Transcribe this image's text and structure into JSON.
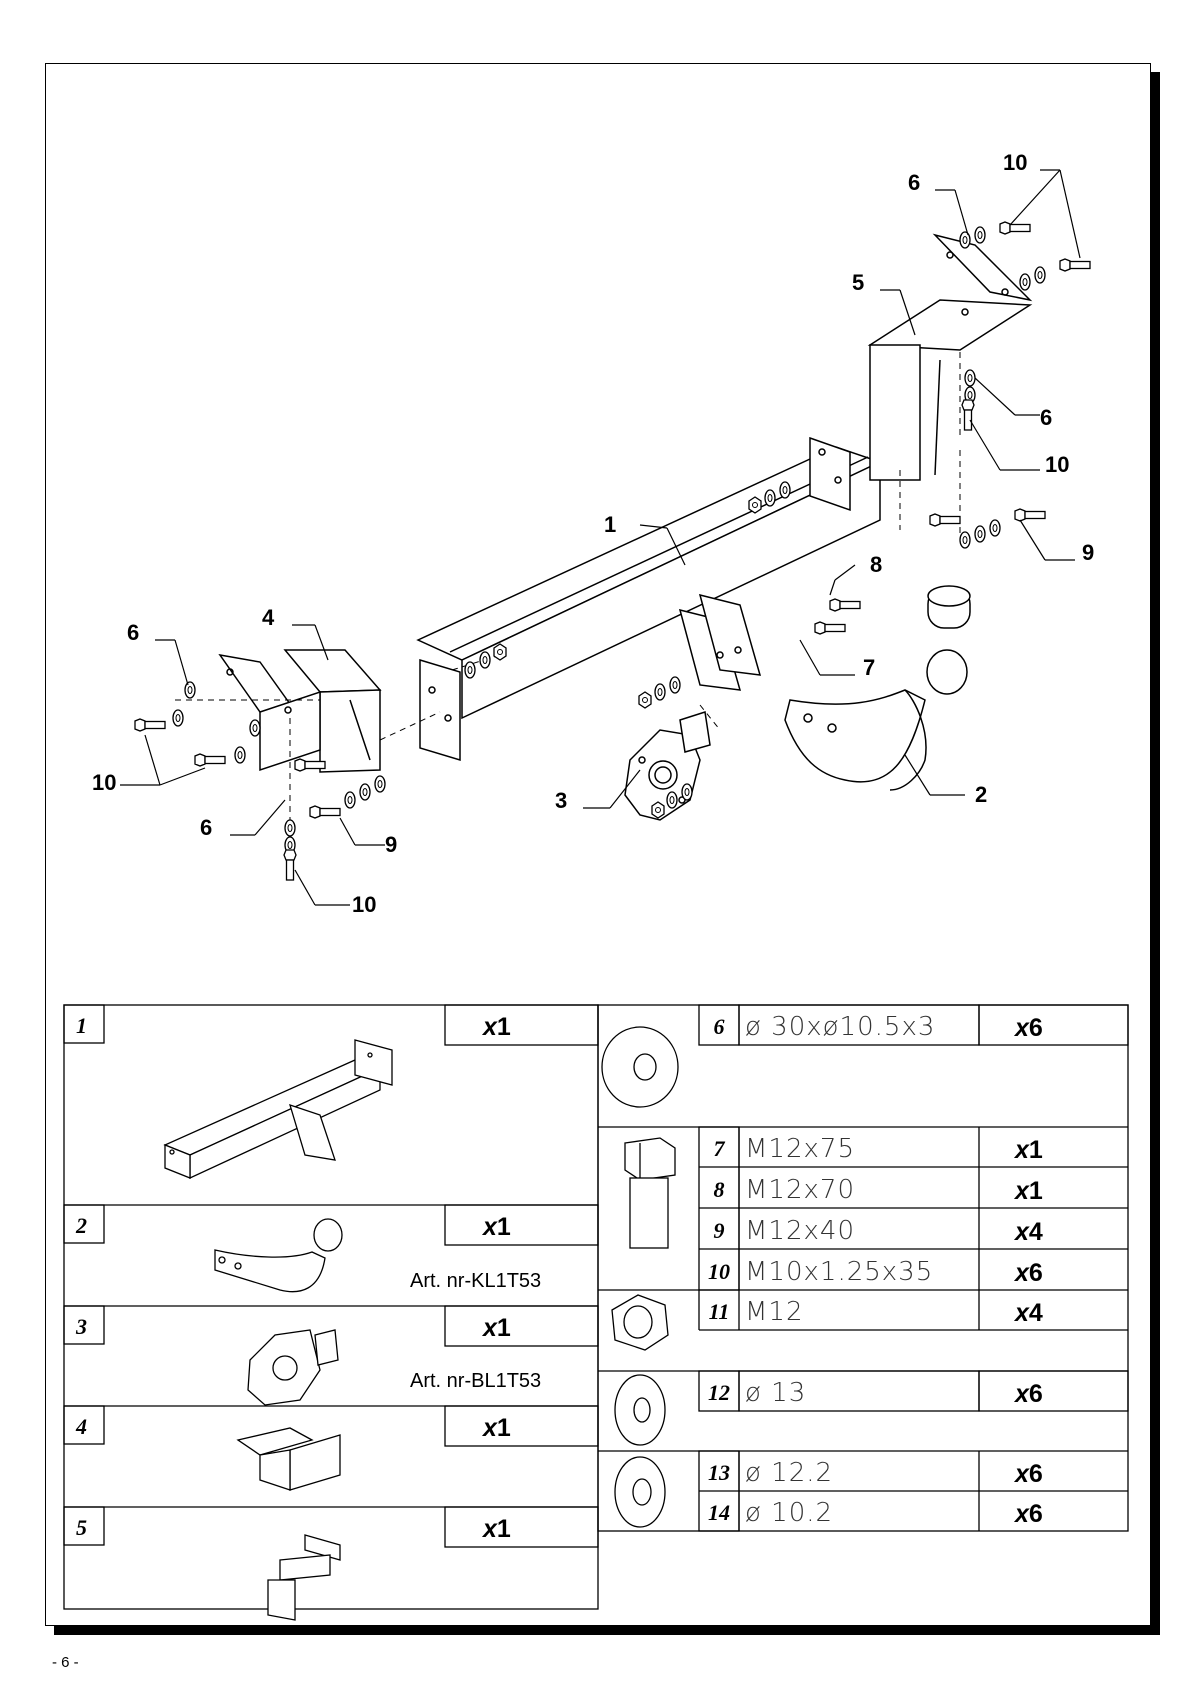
{
  "footer": {
    "page_number": "- 6 -"
  },
  "diagram": {
    "callouts": {
      "c1": "1",
      "c2": "2",
      "c3": "3",
      "c4": "4",
      "c5": "5",
      "c6a": "6",
      "c6b": "6",
      "c6c": "6",
      "c6d": "6",
      "c7": "7",
      "c8": "8",
      "c9a": "9",
      "c9b": "9",
      "c10a": "10",
      "c10b": "10",
      "c10c": "10",
      "c10d": "10"
    }
  },
  "parts_left": [
    {
      "index": "1",
      "qty_x": "x",
      "qty_n": "1",
      "article": ""
    },
    {
      "index": "2",
      "qty_x": "x",
      "qty_n": "1",
      "article": "Art. nr-KL1T53"
    },
    {
      "index": "3",
      "qty_x": "x",
      "qty_n": "1",
      "article": "Art. nr-BL1T53"
    },
    {
      "index": "4",
      "qty_x": "x",
      "qty_n": "1",
      "article": ""
    },
    {
      "index": "5",
      "qty_x": "x",
      "qty_n": "1",
      "article": ""
    }
  ],
  "parts_right": [
    {
      "index": "6",
      "spec": "ø 30xø10.5x3",
      "qty_x": "x",
      "qty_n": "6"
    },
    {
      "index": "7",
      "spec": "M12x75",
      "qty_x": "x",
      "qty_n": "1"
    },
    {
      "index": "8",
      "spec": "M12x70",
      "qty_x": "x",
      "qty_n": "1"
    },
    {
      "index": "9",
      "spec": "M12x40",
      "qty_x": "x",
      "qty_n": "4"
    },
    {
      "index": "10",
      "spec": "M10x1.25x35",
      "qty_x": "x",
      "qty_n": "6"
    },
    {
      "index": "11",
      "spec": "M12",
      "qty_x": "x",
      "qty_n": "4"
    },
    {
      "index": "12",
      "spec": "ø 13",
      "qty_x": "x",
      "qty_n": "6"
    },
    {
      "index": "13",
      "spec": "ø 12.2",
      "qty_x": "x",
      "qty_n": "6"
    },
    {
      "index": "14",
      "spec": "ø 10.2",
      "qty_x": "x",
      "qty_n": "6"
    }
  ]
}
